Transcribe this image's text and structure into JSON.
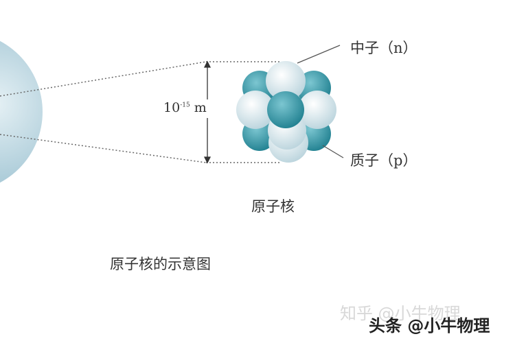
{
  "labels": {
    "neutron": "中子（n）",
    "proton": "质子（p）",
    "size_base": "10",
    "size_exp": "-15",
    "size_unit": "m",
    "nucleus": "原子核",
    "caption": "原子核的示意图"
  },
  "watermarks": {
    "zhihu": "知乎 @小牛物理",
    "toutiao": "头条 @小牛物理"
  },
  "colors": {
    "proton": "#3a97a6",
    "neutron": "#e4eff3",
    "atom": "#a9cad8"
  }
}
